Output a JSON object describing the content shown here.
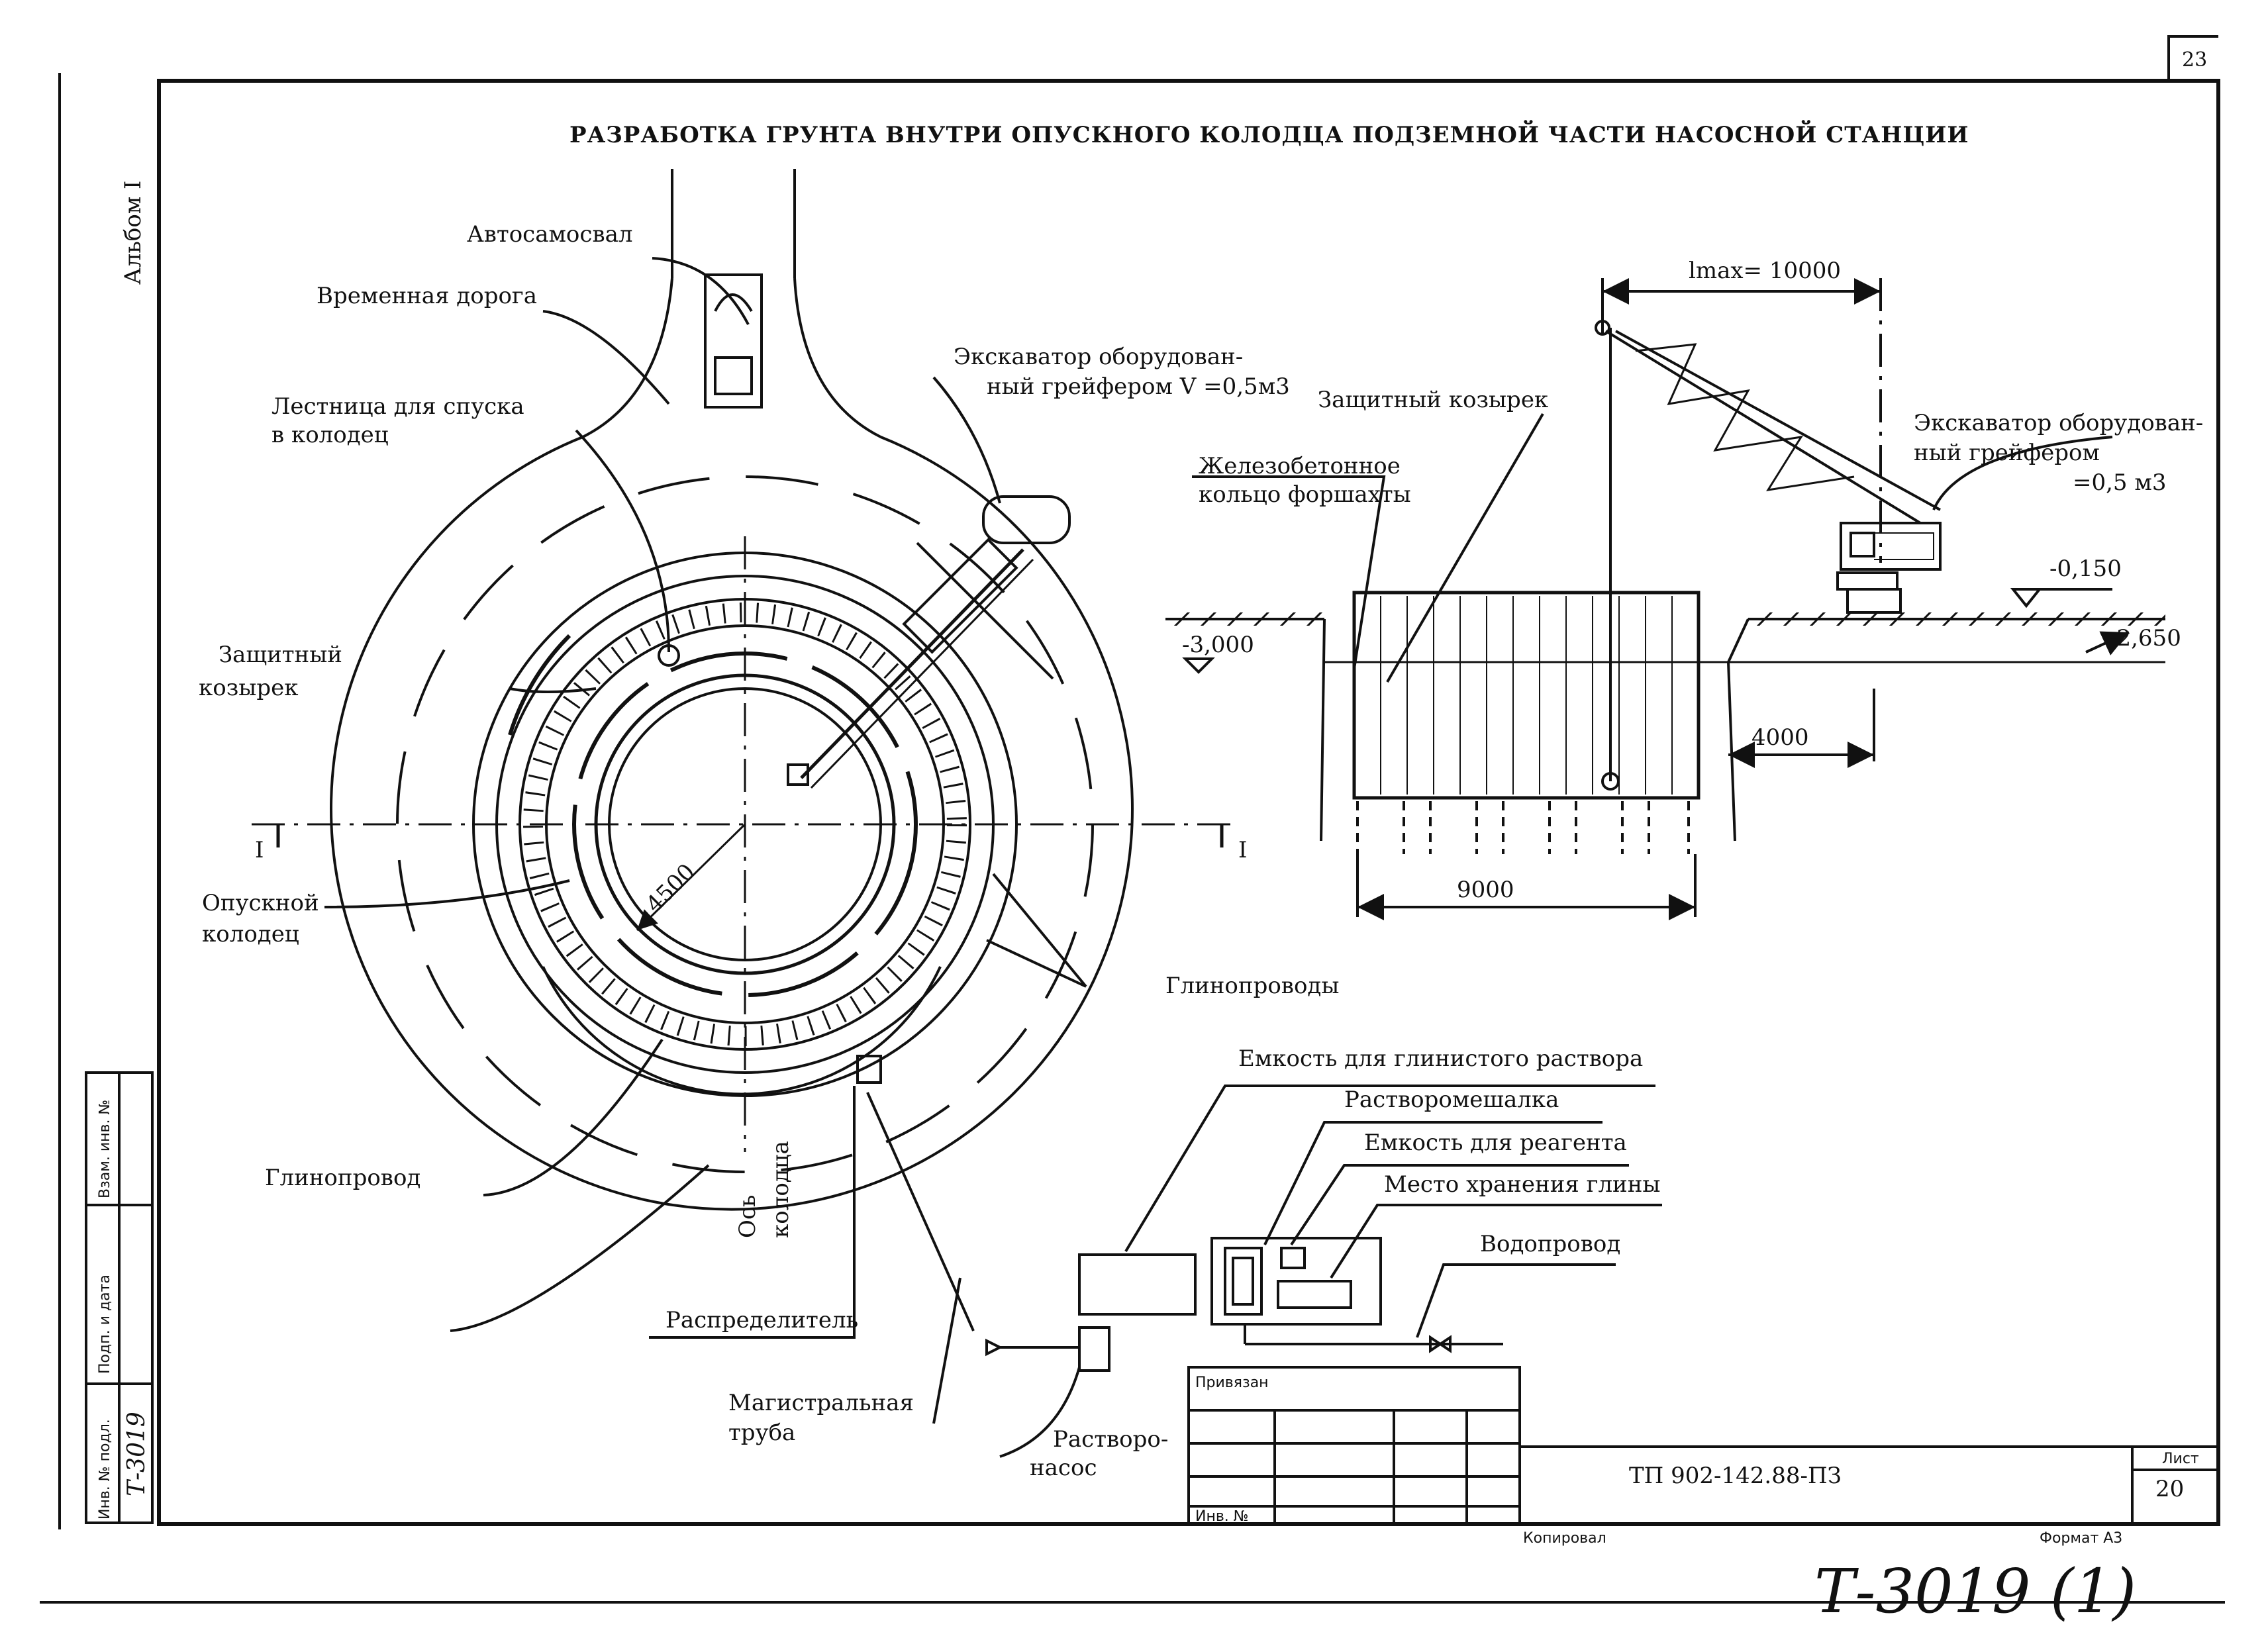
{
  "sheet": {
    "page_number": "23",
    "title": "РАЗРАБОТКА ГРУНТА ВНУТРИ ОПУСКНОГО КОЛОДЦА ПОДЗЕМНОЙ ЧАСТИ НАСОСНОЙ СТАНЦИИ",
    "album": "Альбом I",
    "doc_code": "ТП 902-142.88-ПЗ",
    "list_label": "Лист",
    "list_number": "20",
    "privyazan_label": "Привязан",
    "inv_label": "Инв. №",
    "copied_label": "Копировал",
    "format_label": "Формат А3",
    "archive_number": "Т-3019 (1)",
    "side_stamp": {
      "inv_podl_label": "Инв. № подл.",
      "inv_podl_value": "Т-3019",
      "podp_label": "Подп. и дата",
      "vzam_label": "Взам. инв. №"
    }
  },
  "plan": {
    "truck": "Автосамосвал",
    "temp_road": "Временная дорога",
    "ladder_line1": "Лестница для спуска",
    "ladder_line2": "в колодец",
    "excavator_line1": "Экскаватор оборудован-",
    "excavator_line2": "ный грейфером V =0,5м3",
    "canopy_line1": "Защитный",
    "canopy_line2": "козырек",
    "section_left": "I",
    "section_right": "I",
    "well_line1": "Опускной",
    "well_line2": "колодец",
    "diameter": "4500",
    "axis_line1": "Ось",
    "axis_line2": "колодца",
    "clay_pipes": "Глинопроводы",
    "clay_pipe": "Глинопровод",
    "distributor": "Распределитель",
    "main_pipe_line1": "Магистральная",
    "main_pipe_line2": "труба",
    "pump_line1": "Растворо-",
    "pump_line2": "насос",
    "tank_clay": "Емкость для глинистого раствора",
    "mixer": "Растворомешалка",
    "tank_reagent": "Емкость для реагента",
    "clay_storage": "Место хранения глины",
    "water_pipe": "Водопровод"
  },
  "section": {
    "lmax": "lmax= 10000",
    "canopy": "Защитный козырек",
    "ring_line1": "Железобетонное",
    "ring_line2": "кольцо форшахты",
    "excavator_line1": "Экскаватор оборудован-",
    "excavator_line2": "ный грейфером",
    "excavator_line3": "=0,5 м3",
    "elev_top": "-0,150",
    "elev_left": "-3,000",
    "elev_right": "-2,650",
    "dim_4000": "4000",
    "dim_9000": "9000"
  }
}
